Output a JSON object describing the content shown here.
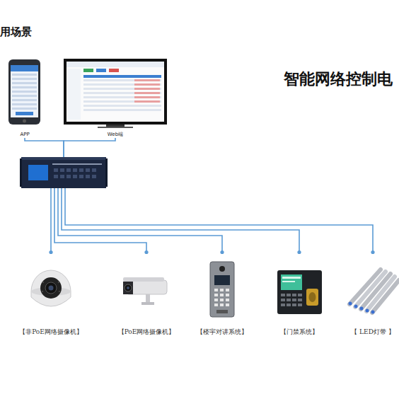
{
  "diagram": {
    "title": "智能网络控制电",
    "nodes": [
      {
        "text": [
          "APP"
        ]
      },
      {
        "text": [
          "Web端"
        ]
      },
      {
        "text": []
      },
      {
        "text": [
          "【非PoE网络摄像机】"
        ]
      },
      {
        "text": [
          "【PoE网络摄像机】"
        ]
      },
      {
        "text": [
          "【楼宇对讲系统】"
        ]
      },
      {
        "text": [
          "【门禁系统】"
        ]
      },
      {
        "text": [
          "【 LED灯带 】"
        ]
      }
    ],
    "edges": [
      {
        "from": 0,
        "to": 2,
        "arrow": "none"
      },
      {
        "from": 1,
        "to": 2,
        "arrow": "none"
      },
      {
        "from": 2,
        "to": 3,
        "arrow": "none"
      },
      {
        "from": 2,
        "to": 4,
        "arrow": "none"
      },
      {
        "from": 2,
        "to": 5,
        "arrow": "none"
      },
      {
        "from": 2,
        "to": 6,
        "arrow": "none"
      },
      {
        "from": 2,
        "to": 7,
        "arrow": "none"
      }
    ],
    "labels": [
      "用场景"
    ]
  }
}
